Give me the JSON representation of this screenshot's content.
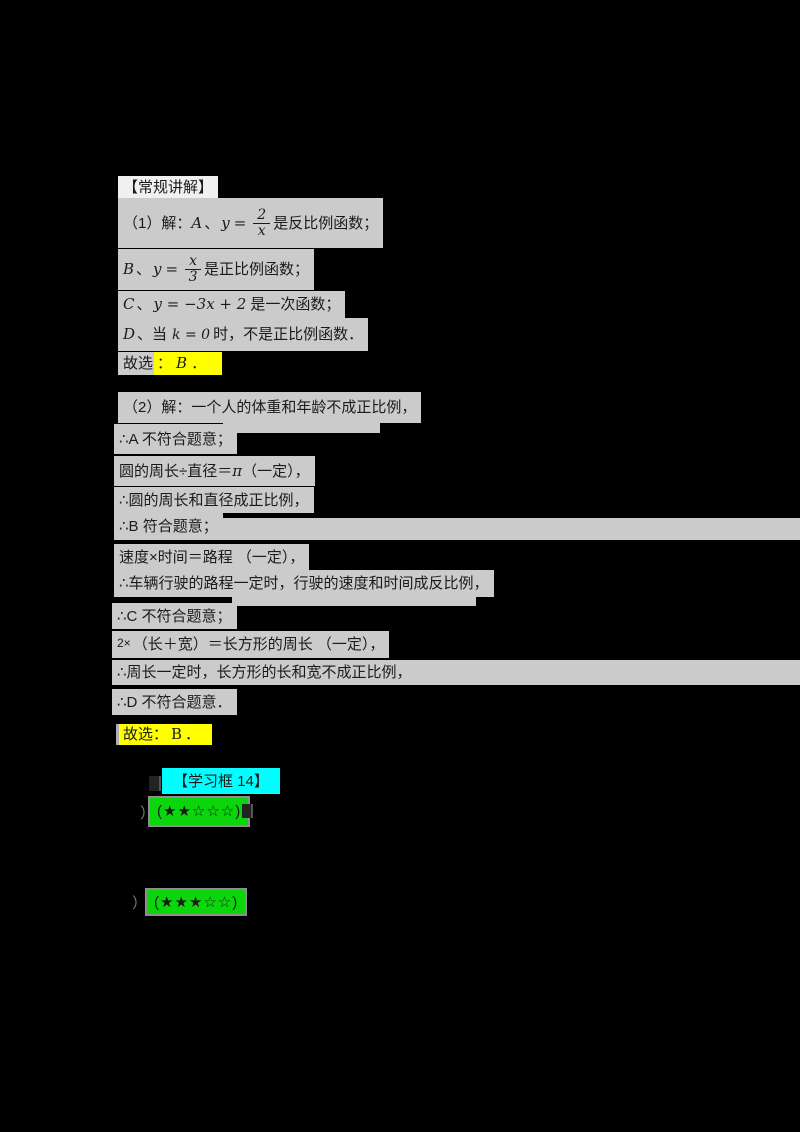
{
  "colors": {
    "page_bg": "#000000",
    "highlight_gray": "#cbcbcb",
    "title_box_bg": "#f0f0f0",
    "answer_yellow": "#ffff00",
    "study_cyan": "#00ffff",
    "rating_green": "#0bd60b",
    "text": "#1b1b1b"
  },
  "sec1": {
    "title": "【常规讲解】",
    "l1": {
      "pre": "（1）解：",
      "opt": "A",
      "dun": "、",
      "v": "y",
      "eq": "=",
      "num": "2",
      "den": "x",
      "post": "是反比例函数；"
    },
    "l2": {
      "opt": "B",
      "dun": "、",
      "v": "y",
      "eq": "=",
      "num": "x",
      "den": "3",
      "post": "是正比例函数；"
    },
    "l3": {
      "opt": "C",
      "dun": "、",
      "formula": "y = −3x + 2",
      "post": "是一次函数；"
    },
    "l4": {
      "opt": "D",
      "dun": "、当",
      "formula": "k = 0",
      "post": "时，不是正比例函数．"
    },
    "answer": {
      "label": "故选",
      "colon": "：",
      "value": "B",
      "dot": "．"
    }
  },
  "sec2": {
    "l1": "（2）解：一个人的体重和年龄不成正比例，",
    "l2": "∴A 不符合题意；",
    "l3": {
      "a": "圆的周长÷直径＝",
      "pi": "π",
      "b": " （一定），"
    },
    "l4": "∴圆的周长和直径成正比例，",
    "l5": "∴B 符合题意；",
    "l6": "速度×时间＝路程 （一定），",
    "l7": "∴车辆行驶的路程一定时，行驶的速度和时间成反比例，",
    "l8": "∴C 不符合题意；",
    "l9": {
      "a": "2×",
      "b": "（长＋宽）＝长方形的周长 （一定），"
    },
    "l10": "∴周长一定时，长方形的长和宽不成正比例，",
    "l11": "∴D 不符合题意．",
    "answer": {
      "a": "故选：",
      "b": "B",
      "c": "．"
    }
  },
  "sec3": {
    "label": "【学习框 14】",
    "ratings": [
      {
        "text": "(★★☆☆☆)"
      },
      {
        "text": "(★★★☆☆)"
      }
    ],
    "frag": "）"
  }
}
